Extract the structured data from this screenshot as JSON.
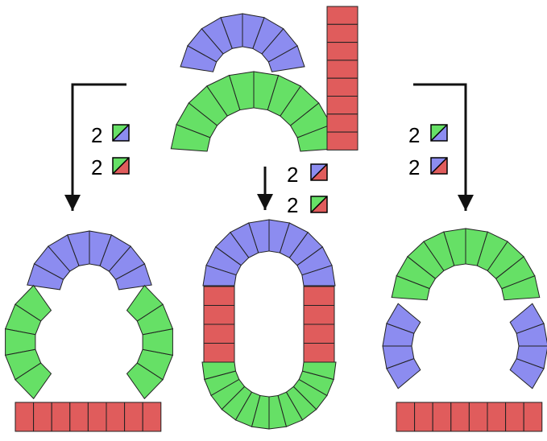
{
  "colors": {
    "blue": "#8c8cf0",
    "green": "#66e066",
    "red": "#e05c5c",
    "stroke": "#222222",
    "arrow": "#111111"
  },
  "shapes": {
    "top_blue_arc": "blue",
    "top_green_arc": "green",
    "top_red_column": "red",
    "left_result": [
      "blue",
      "green",
      "red"
    ],
    "center_result": [
      "blue",
      "red",
      "green"
    ],
    "right_result": [
      "green",
      "blue",
      "red"
    ]
  },
  "left_legend": [
    {
      "count": "2",
      "icon": "blue-green-diagonal"
    },
    {
      "count": "2",
      "icon": "red-green-diagonal"
    }
  ],
  "center_legend": [
    {
      "count": "2",
      "icon": "red-blue-diagonal"
    },
    {
      "count": "2",
      "icon": "red-green-diagonal"
    }
  ],
  "right_legend": [
    {
      "count": "2",
      "icon": "blue-green-diagonal"
    },
    {
      "count": "2",
      "icon": "red-blue-diagonal"
    }
  ]
}
